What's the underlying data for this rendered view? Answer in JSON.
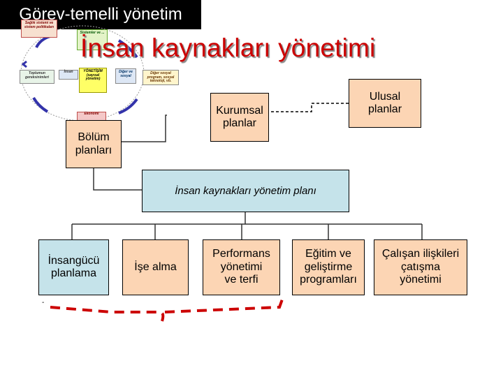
{
  "title": "İnsan kaynakları yönetimi",
  "inset": {
    "nodes": [
      "Sağlık sistemi ve sistem politikaları",
      "Sistemler ve ...",
      "Toplumun gereksinimleri",
      "İnsan",
      "YÖNETİŞİM (sayısal yönetim)",
      "Diğer ve sosyal",
      "Diğer sosyal program, sosyal teknoloji, vb.",
      "Ekonomi"
    ]
  },
  "boxes": {
    "ulusal": "Ulusal\nplanlar",
    "kurumsal": "Kurumsal\nplanlar",
    "bolum": "Bölüm\nplanları",
    "ik_plan": "İnsan kaynakları yönetim planı",
    "insangucu": "İnsangücü\nplanlama",
    "ise_alma": "İşe alma",
    "performans": "Performans\nyönetimi\nve terfi",
    "egitim": "Eğitim ve\ngeliştirme\nprogramları",
    "calisan": "Çalışan ilişkileri\nçatışma\nyönetimi"
  },
  "gorev": "Görev-temelli yönetim",
  "colors": {
    "title": "#cc0000",
    "peach_box": "#fcd5b4",
    "blue_box": "#c5e3ea",
    "dashed_red": "#cc0000"
  }
}
